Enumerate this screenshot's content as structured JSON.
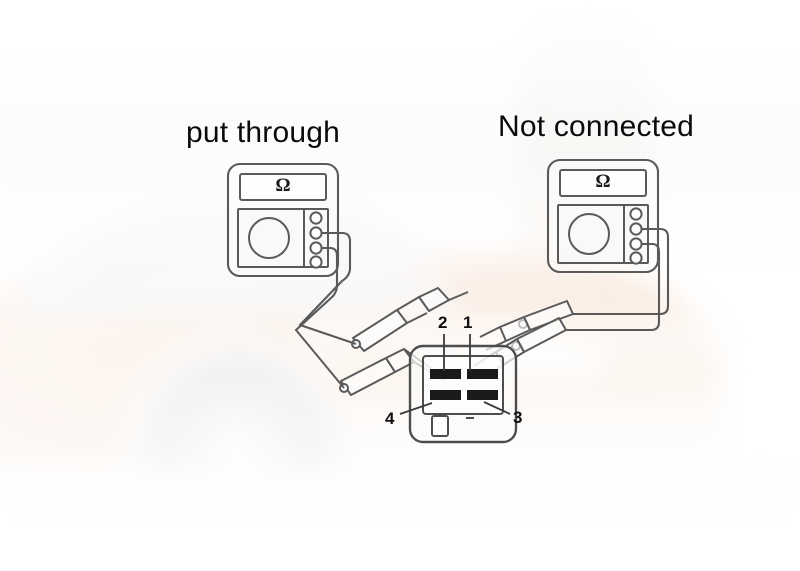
{
  "diagram": {
    "title_left": "put through",
    "title_right": "Not connected",
    "meter_display_symbol": "Ω",
    "pin_labels": {
      "pin1": "1",
      "pin2": "2",
      "pin3": "3",
      "pin4": "4"
    },
    "colors": {
      "line_art": "#5a5a5a",
      "text": "#0b0b0b",
      "terminal_fill": "#1a1a1a",
      "background_car": "#e8a878",
      "background_base": "#ffffff"
    },
    "meters": [
      {
        "name": "left-multimeter",
        "label": "put through",
        "display": "Ω",
        "jack_count": 4,
        "leads": 2
      },
      {
        "name": "right-multimeter",
        "label": "Not connected",
        "display": "Ω",
        "jack_count": 4,
        "leads": 2
      }
    ],
    "connector": {
      "name": "four-pin-connector",
      "terminal_count": 4,
      "terminals": [
        "1",
        "2",
        "3",
        "4"
      ]
    }
  }
}
